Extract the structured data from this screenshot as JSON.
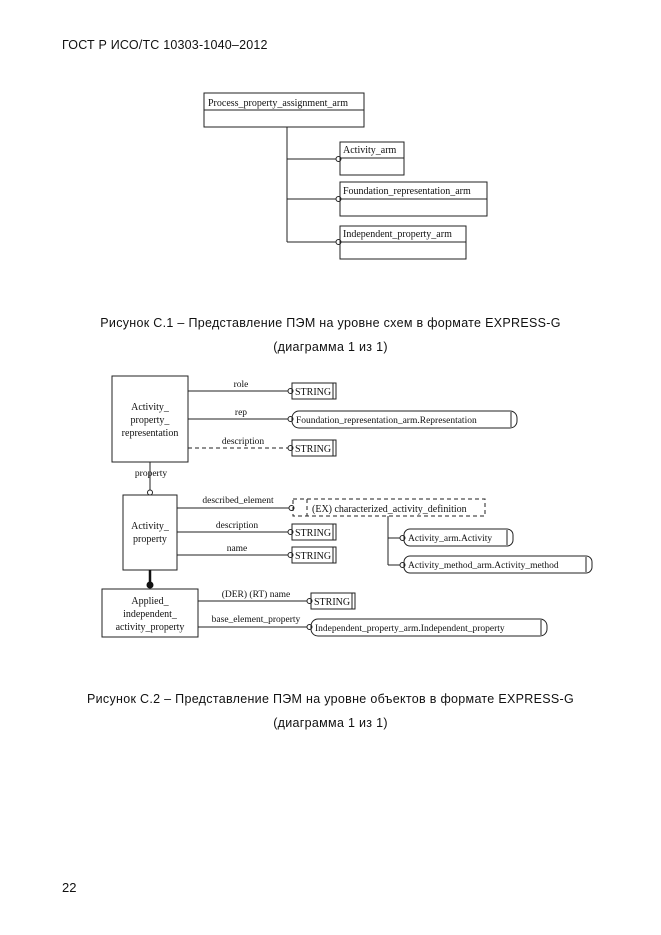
{
  "header": {
    "text": "ГОСТ Р ИСО/ТС 10303-1040–2012"
  },
  "figure1": {
    "caption_line1": "Рисунок  С.1 – Представление ПЭМ на уровне схем в формате EXPRESS-G",
    "caption_line2": "(диаграмма 1 из 1)",
    "root_schema": "Process_property_assignment_arm",
    "schemas": [
      "Activity_arm",
      "Foundation_representation_arm",
      "Independent_property_arm"
    ]
  },
  "figure2": {
    "caption_line1": "Рисунок  С.2 – Представление ПЭМ на уровне объектов в формате EXPRESS-G",
    "caption_line2": "(диаграмма 1 из 1)",
    "entities": {
      "apr_line1": "Activity_",
      "apr_line2": "property_",
      "apr_line3": "representation",
      "ap_line1": "Activity_",
      "ap_line2": "property",
      "aiap_line1": "Applied_",
      "aiap_line2": "independent_",
      "aiap_line3": "activity_property"
    },
    "attributes": {
      "role": "role",
      "rep": "rep",
      "description": "description",
      "property": "property",
      "described_element": "described_element",
      "ap_description": "description",
      "name": "name",
      "derived_name": "(DER) (RT) name",
      "base_element_property": "base_element_property"
    },
    "types": {
      "string": "STRING",
      "foundation_rep": "Foundation_representation_arm.Representation",
      "characterized": "(EX) characterized_activity_definition",
      "activity": "Activity_arm.Activity",
      "activity_method": "Activity_method_arm.Activity_method",
      "independent_property": "Independent_property_arm.Independent_property"
    }
  },
  "page_number": "22"
}
